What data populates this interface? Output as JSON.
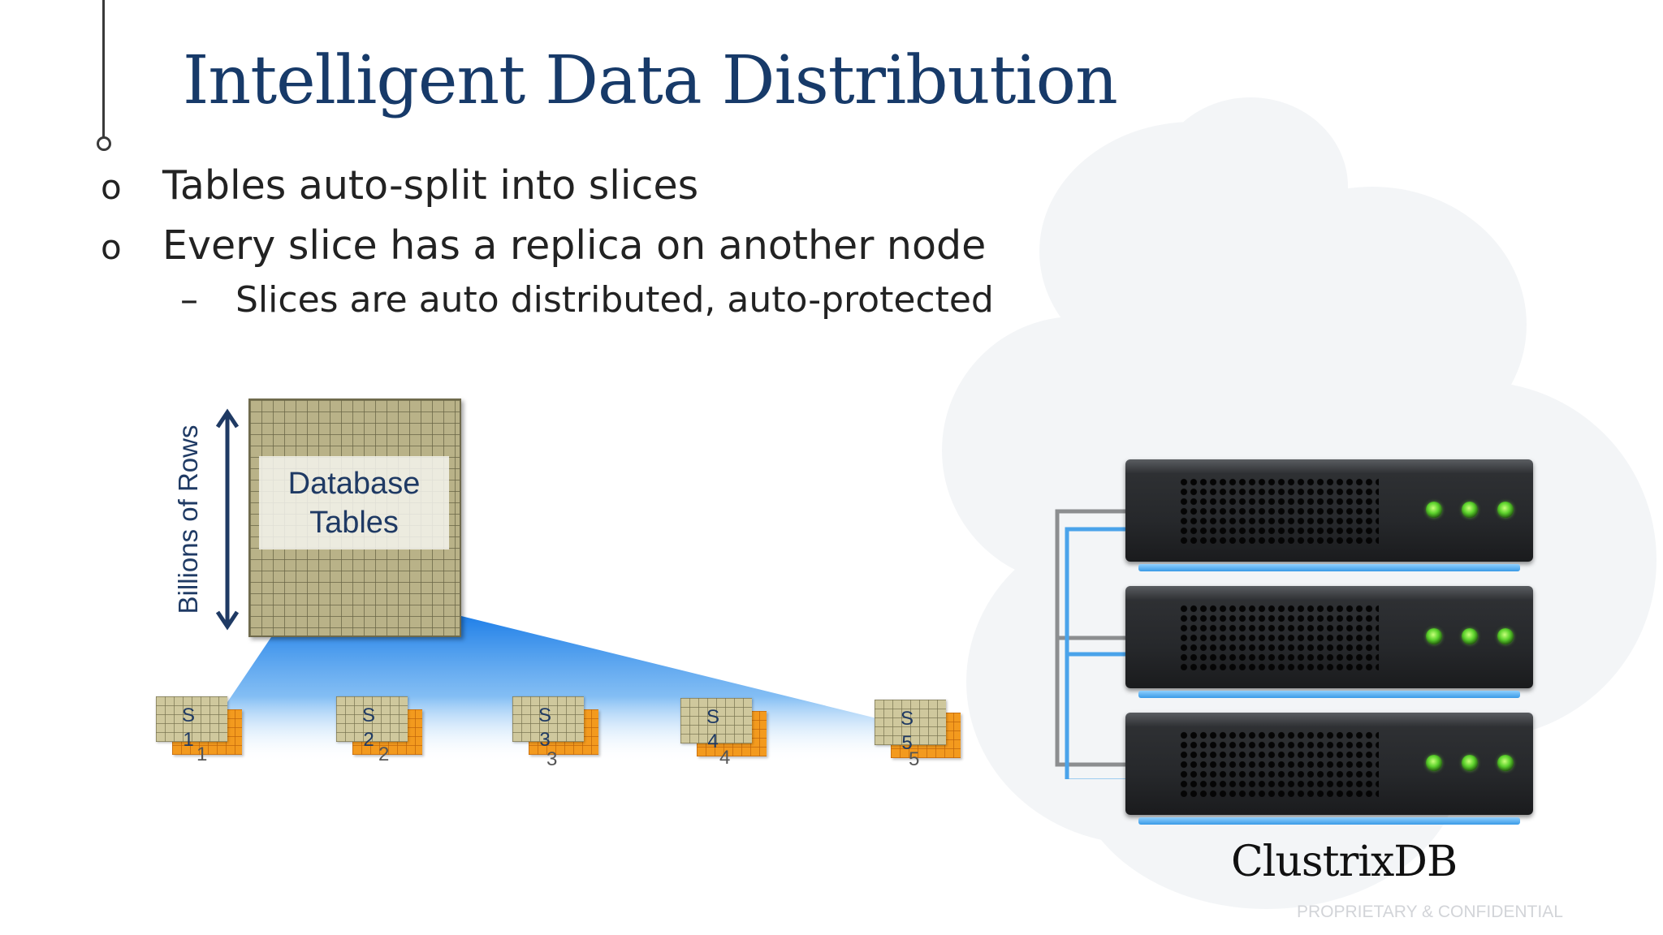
{
  "title": "Intelligent Data Distribution",
  "bullets": [
    {
      "glyph": "o",
      "text": "Tables auto-split into slices"
    },
    {
      "glyph": "o",
      "text": "Every slice has a replica on another node"
    }
  ],
  "sub_bullet": {
    "glyph": "–",
    "text": "Slices are auto distributed, auto-protected"
  },
  "diagram": {
    "rows_label": "Billions of Rows",
    "table_label_line1": "Database",
    "table_label_line2": "Tables",
    "slices": [
      {
        "s": "S",
        "num": "1",
        "replica": "1"
      },
      {
        "s": "S",
        "num": "2",
        "replica": "2"
      },
      {
        "s": "S",
        "num": "3",
        "replica": "3"
      },
      {
        "s": "S",
        "num": "4",
        "replica": "4"
      },
      {
        "s": "S",
        "num": "5",
        "replica": "5"
      }
    ],
    "server_count": 3,
    "brand": "ClustrixDB"
  },
  "colors": {
    "title": "#173a69",
    "accent_blue": "#3a9ae6",
    "led_green": "#5cd22c",
    "slice_orange": "#f39a1e",
    "table_khaki": "#b9b288"
  },
  "footer": "PROPRIETARY & CONFIDENTIAL"
}
